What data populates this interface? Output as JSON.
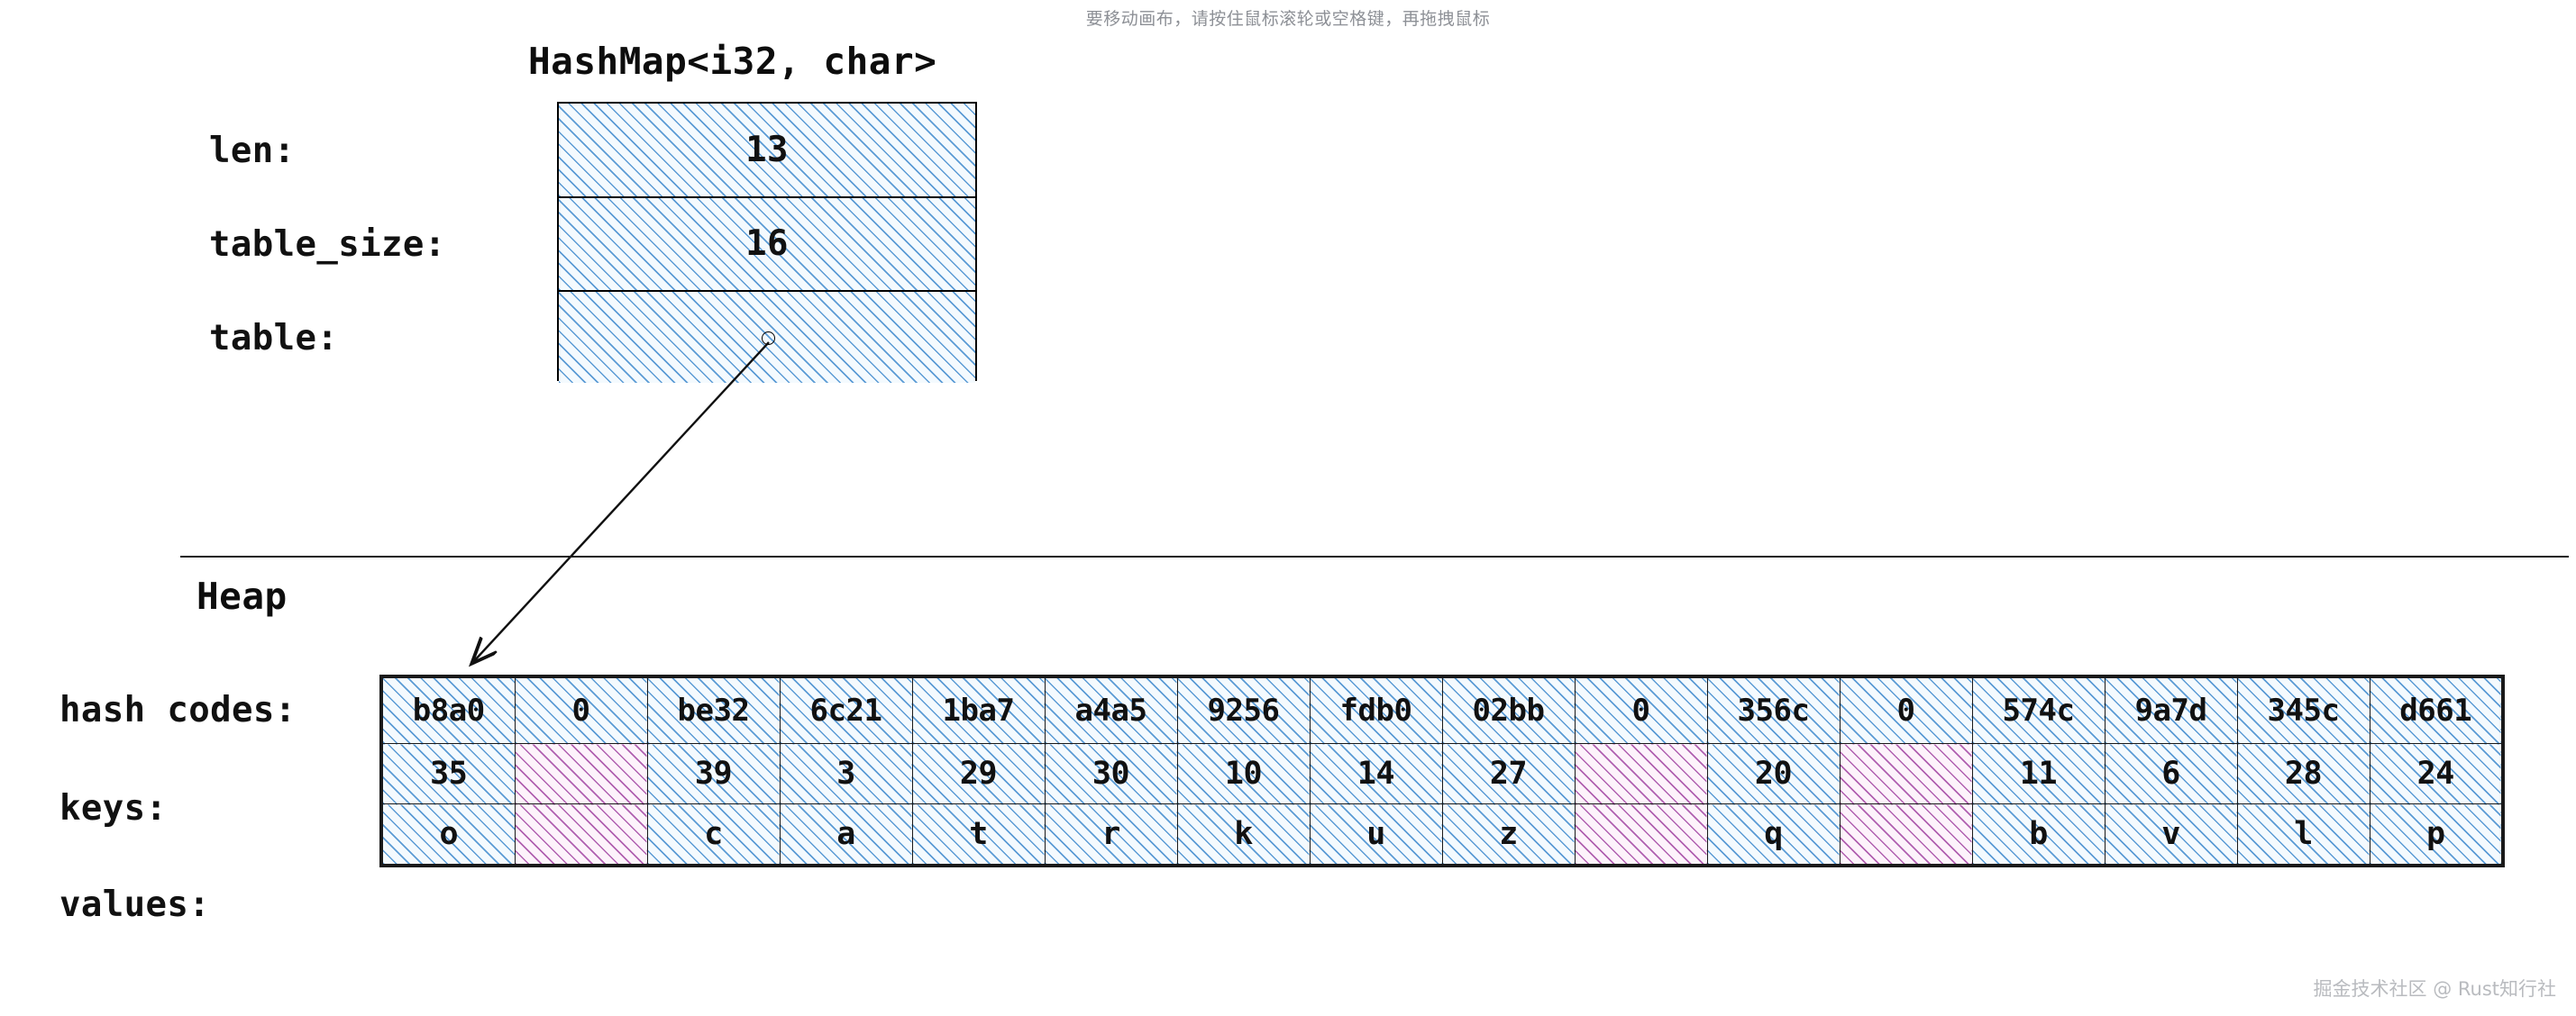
{
  "canvas": {
    "hint": "要移动画布，请按住鼠标滚轮或空格键，再拖拽鼠标",
    "watermark": "掘金技术社区 @ Rust知行社"
  },
  "stack": {
    "struct_title": "HashMap<i32, char>",
    "fields": [
      {
        "label": "len:",
        "value": "13"
      },
      {
        "label": "table_size:",
        "value": "16"
      },
      {
        "label": "table:",
        "value": ""
      }
    ]
  },
  "heap": {
    "label": "Heap",
    "row_labels": {
      "hash": "hash codes:",
      "keys": "keys:",
      "values": "values:"
    },
    "hash_codes": [
      "b8a0",
      "0",
      "be32",
      "6c21",
      "1ba7",
      "a4a5",
      "9256",
      "fdb0",
      "02bb",
      "0",
      "356c",
      "0",
      "574c",
      "9a7d",
      "345c",
      "d661"
    ],
    "keys": [
      "35",
      "",
      "39",
      "3",
      "29",
      "30",
      "10",
      "14",
      "27",
      "",
      "20",
      "",
      "11",
      "6",
      "28",
      "24"
    ],
    "values": [
      "o",
      "",
      "c",
      "a",
      "t",
      "r",
      "k",
      "u",
      "z",
      "",
      "q",
      "",
      "b",
      "v",
      "l",
      "p"
    ],
    "empty_slots": [
      1,
      9,
      11
    ]
  },
  "colors": {
    "hatch_blue": "#5b9bd5",
    "hatch_blue_bg": "#f4fafe",
    "hatch_pink": "#b060b0",
    "hatch_pink_bg": "#fdf3fb",
    "stroke": "#1a1a1a",
    "text": "#111111",
    "hint_text": "#8d9096",
    "watermark_text": "#b9bbbf"
  }
}
